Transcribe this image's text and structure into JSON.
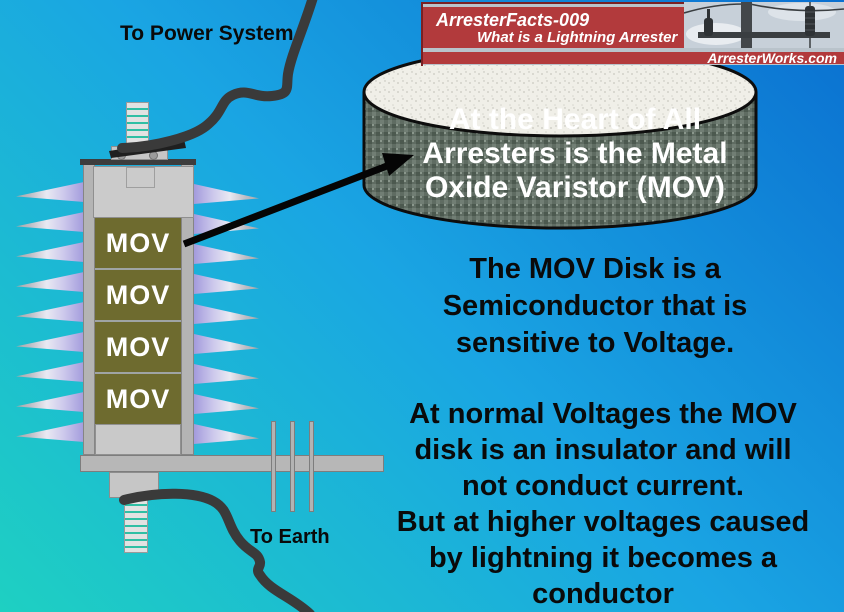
{
  "header": {
    "title": "ArresterFacts-009",
    "subtitle": "What is a Lightning Arrester",
    "site": "ArresterWorks.com"
  },
  "labels": {
    "to_power_system": "To Power System",
    "to_earth": "To Earth"
  },
  "arrester": {
    "mov_labels": [
      "MOV",
      "MOV",
      "MOV",
      "MOV"
    ]
  },
  "cylinder": {
    "lines": [
      "At the Heart of All",
      "Arresters is the Metal",
      "Oxide Varistor (MOV)"
    ]
  },
  "callouts": {
    "semiconductor_lines": [
      "The MOV Disk is a",
      "Semiconductor that is",
      "sensitive to Voltage."
    ],
    "behavior_lines": [
      "At normal Voltages the MOV",
      "disk is an insulator and will",
      "not conduct current.",
      "But at higher voltages caused",
      "by lightning it becomes a",
      "conductor"
    ]
  },
  "colors": {
    "bg_bottom_left": "#1ed0c2",
    "bg_mid": "#1aa5e3",
    "bg_top_right": "#0a6fd0",
    "header_red": "#b23a3c",
    "header_silver": "#b9c3cb",
    "header_dark_red": "#7a2023",
    "mov_olive": "#6e6b2f",
    "disk_side_green": "#5f6c62",
    "disk_top_speckle": "#f0efe8",
    "cable_dark": "#3a3a3a",
    "fin_lavender": "#a39bdc",
    "text_black": "#0a0a0a",
    "text_white": "#ffffff"
  }
}
